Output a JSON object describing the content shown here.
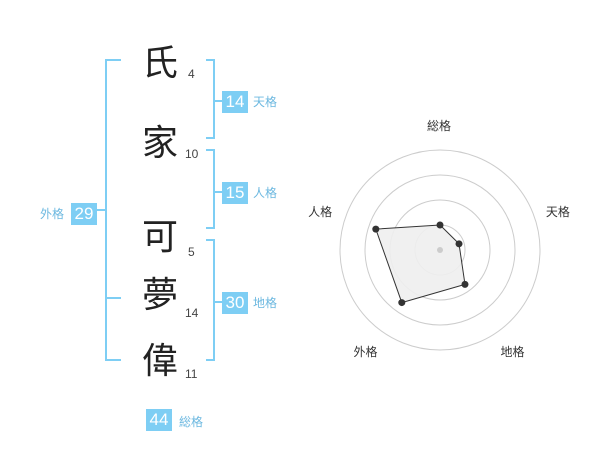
{
  "name": {
    "characters": [
      {
        "char": "氏",
        "strokes": "4"
      },
      {
        "char": "家",
        "strokes": "10"
      },
      {
        "char": "可",
        "strokes": "5"
      },
      {
        "char": "夢",
        "strokes": "14"
      },
      {
        "char": "偉",
        "strokes": "11"
      }
    ]
  },
  "kaku": {
    "tenkaku": {
      "value": "14",
      "label": "天格"
    },
    "jinkaku": {
      "value": "15",
      "label": "人格"
    },
    "chikaku": {
      "value": "30",
      "label": "地格"
    },
    "gaikaku": {
      "value": "29",
      "label": "外格"
    },
    "soukaku": {
      "value": "44",
      "label": "総格"
    }
  },
  "colors": {
    "accent": "#7ecef4",
    "label": "#6cb8e0",
    "ring": "#cccccc",
    "fill": "#eeeeee",
    "line": "#333333"
  },
  "chart_data": {
    "type": "radar",
    "axes": [
      "総格",
      "天格",
      "地格",
      "外格",
      "人格"
    ],
    "scale_max": 4,
    "rings": 4,
    "values": [
      1.0,
      0.8,
      1.7,
      2.6,
      2.7
    ]
  }
}
